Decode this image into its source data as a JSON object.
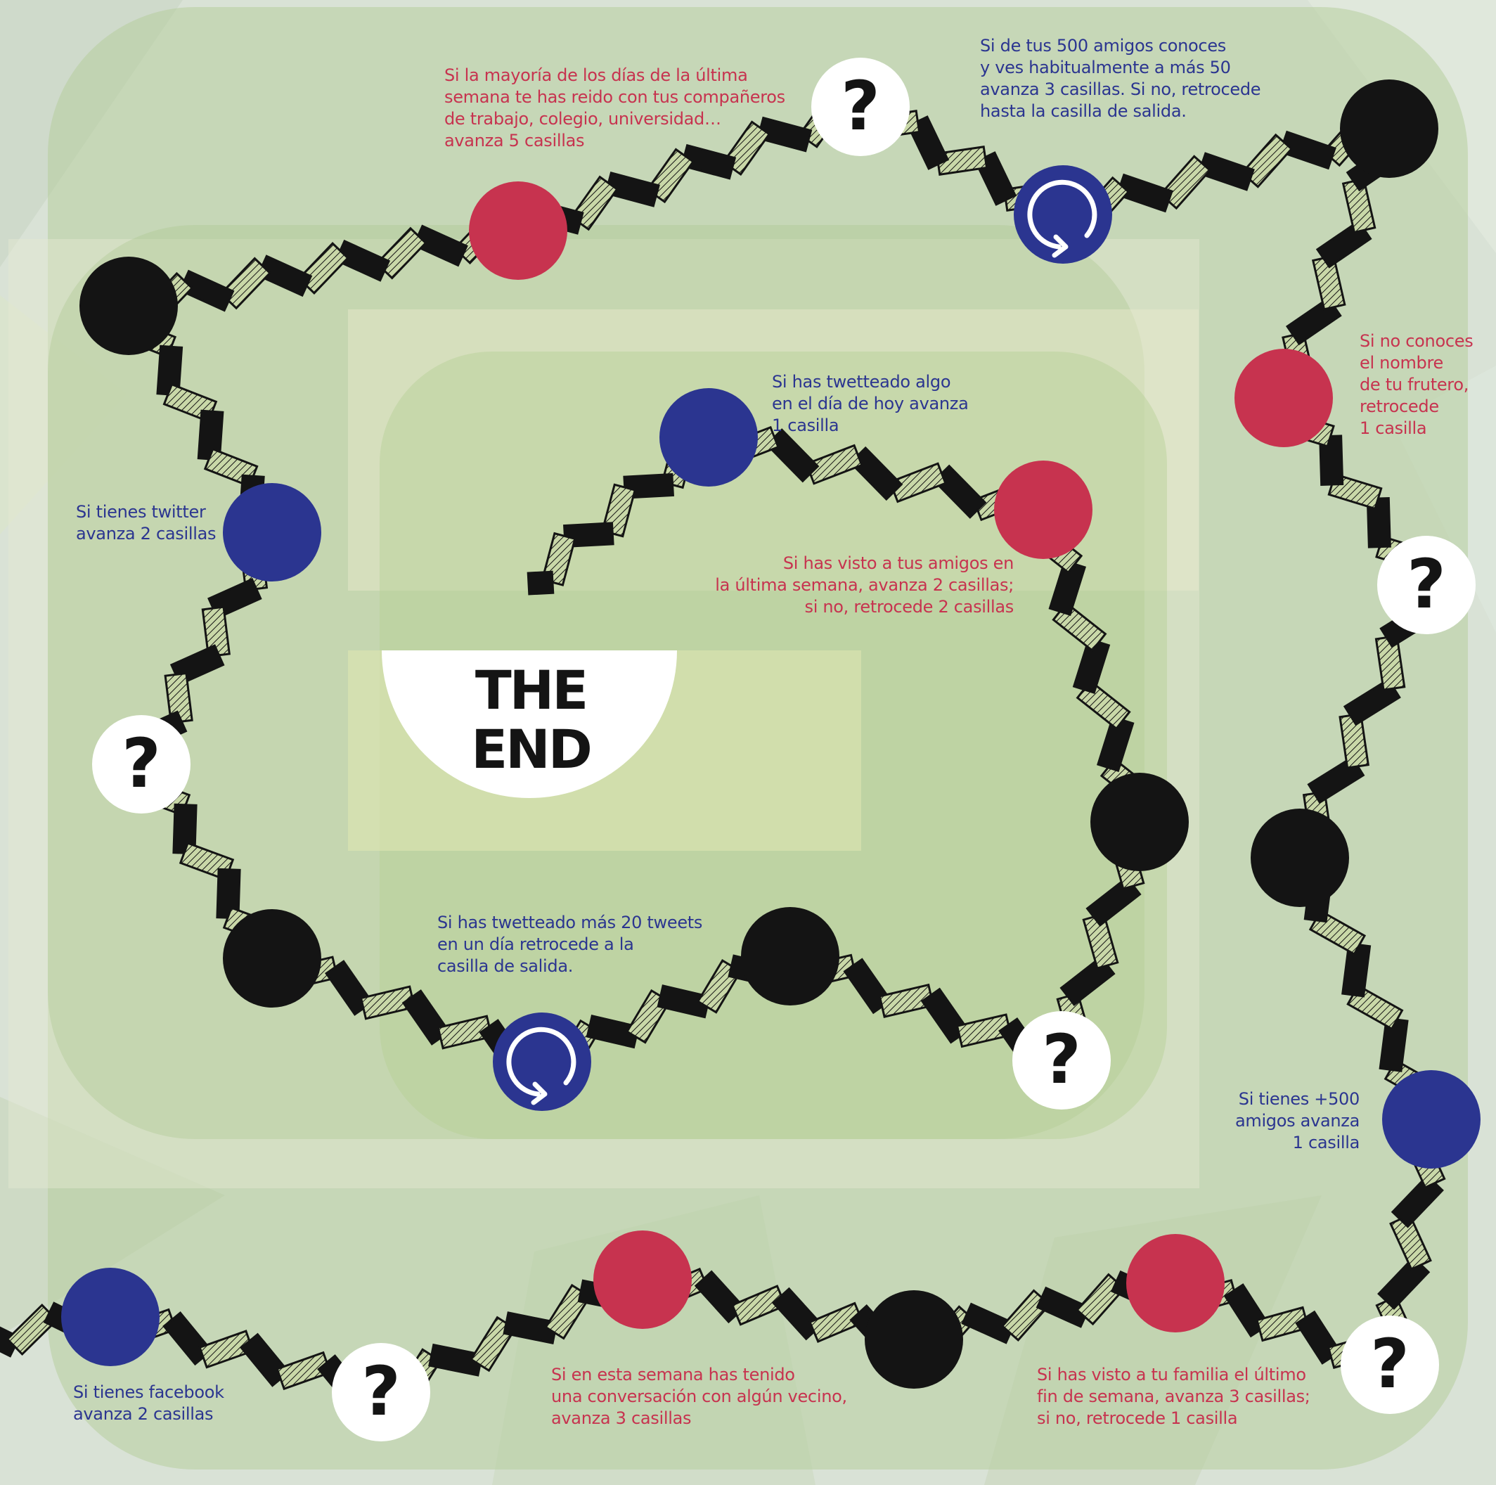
{
  "board": {
    "background_color": "#d9e2d6",
    "path_color": "#141414",
    "step_color": "#c9d8a8",
    "colors": {
      "black": "#141414",
      "red": "#c7334f",
      "blue": "#2b3590",
      "white": "#ffffff"
    },
    "end_label": "THE\nEND",
    "question_glyph": "?",
    "spaces": [
      {
        "type": "blue",
        "icon": null
      },
      {
        "type": "white",
        "icon": "question-mark-icon"
      },
      {
        "type": "red",
        "icon": null
      },
      {
        "type": "black",
        "icon": null
      },
      {
        "type": "red",
        "icon": null
      },
      {
        "type": "white",
        "icon": "question-mark-icon"
      },
      {
        "type": "blue",
        "icon": null
      },
      {
        "type": "black",
        "icon": null
      },
      {
        "type": "white",
        "icon": "question-mark-icon"
      },
      {
        "type": "red",
        "icon": null
      },
      {
        "type": "black",
        "icon": null
      },
      {
        "type": "blue",
        "icon": "restart-arrow-icon"
      },
      {
        "type": "white",
        "icon": "question-mark-icon"
      },
      {
        "type": "red",
        "icon": null
      },
      {
        "type": "black",
        "icon": null
      },
      {
        "type": "blue",
        "icon": null
      },
      {
        "type": "white",
        "icon": "question-mark-icon"
      },
      {
        "type": "black",
        "icon": null
      },
      {
        "type": "blue",
        "icon": "restart-arrow-icon"
      },
      {
        "type": "black",
        "icon": null
      },
      {
        "type": "white",
        "icon": "question-mark-icon"
      },
      {
        "type": "black",
        "icon": null
      },
      {
        "type": "red",
        "icon": null
      },
      {
        "type": "blue",
        "icon": null
      }
    ]
  },
  "rules": {
    "facebook": "Si tienes facebook\navanza 2 casillas",
    "vecino": "Si en esta semana has tenido\nuna conversación con algún vecino,\navanza 3 casillas",
    "familia": "Si has visto a tu familia el último\nfin de semana, avanza 3 casillas;\nsi no, retrocede 1 casilla",
    "amigos500": "Si tienes +500\namigos avanza\n1 casilla",
    "frutero": "Si no conoces\nel nombre\nde tu frutero,\nretrocede\n1 casilla",
    "amigos_conoces": "Si de tus 500 amigos conoces\ny ves habitualmente a más 50\navanza 3 casillas. Si no, retrocede\nhasta la casilla de salida.",
    "reido": "Si la mayoría de los días de la última\nsemana te has reido con tus compañeros\nde trabajo, colegio, universidad…\navanza 5 casillas",
    "twitter": "Si tienes twitter\navanza 2 casillas",
    "tweets20": "Si has twetteado más 20 tweets\nen un día retrocede a la\ncasilla de salida.",
    "visto_amigos": "Si has visto a tus amigos en\nla última semana, avanza 2 casillas;\nsi no, retrocede 2 casillas",
    "tweet_hoy": "Si has twetteado algo\nen el día de hoy avanza\n1 casilla"
  }
}
